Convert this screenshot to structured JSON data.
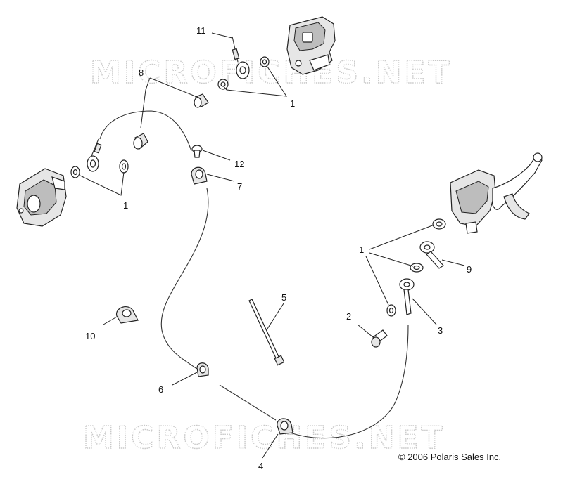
{
  "watermark": {
    "text": "MICROFICHES.NET",
    "color": "#c9c9c9"
  },
  "callouts": {
    "c1a": "1",
    "c1b": "1",
    "c1c": "1",
    "c2": "2",
    "c3": "3",
    "c4": "4",
    "c5": "5",
    "c6": "6",
    "c7": "7",
    "c8": "8",
    "c9": "9",
    "c10": "10",
    "c11": "11",
    "c12": "12"
  },
  "copyright": "© 2006 Polaris Sales Inc."
}
